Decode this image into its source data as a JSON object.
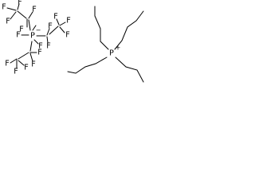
{
  "anion": {
    "name": "tris(pentafluoroethyl)trifluorophosphate",
    "central_atom": "P",
    "charge": "−",
    "fluorine_label": "F"
  },
  "cation": {
    "name": "tetrabutylphosphonium",
    "central_atom": "P",
    "charge": "+"
  },
  "colors": {
    "ink": "#000000",
    "background": "#ffffff"
  }
}
